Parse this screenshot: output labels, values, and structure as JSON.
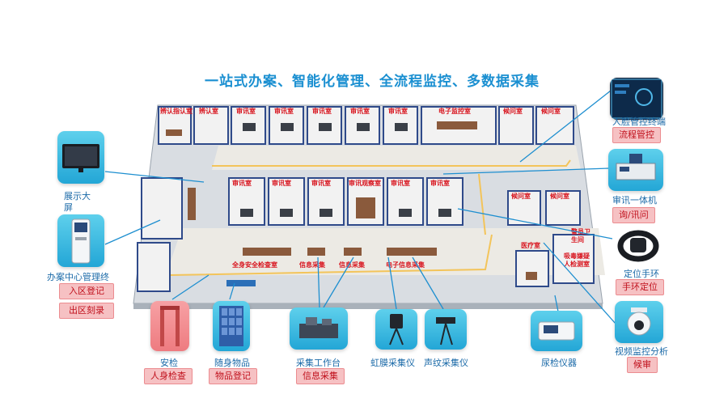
{
  "title": "一站式办案、智能化管理、全流程监控、多数据采集",
  "rooms_top": [
    "辨认指认室",
    "辨认室",
    "审讯室",
    "审讯室",
    "审讯室",
    "审讯室",
    "审讯室",
    "电子监控室",
    "候问室",
    "候问室"
  ],
  "rooms_mid": [
    "审讯室",
    "审讯室",
    "审讯室",
    "审讯观察室",
    "审讯室",
    "审讯室",
    "候问室",
    "候问室"
  ],
  "rooms_misc": {
    "police": "警员卫生间",
    "drug": "吸毒嫌疑人检测室",
    "medical": "医疗室",
    "security_room": "全身安全检查室",
    "info1": "信息采集",
    "info2": "信息采集",
    "e_info": "电子信息采集"
  },
  "devices": {
    "display": {
      "label": "展示大屏",
      "icon": "tv-icon"
    },
    "terminal": {
      "label": "办案中心管理终",
      "icon": "kiosk-icon",
      "tags": [
        "入区登记",
        "出区刻录"
      ]
    },
    "security": {
      "label": "安检",
      "icon": "metal-detector-icon",
      "tag": "人身检查"
    },
    "lockers": {
      "label": "随身物品",
      "icon": "locker-icon",
      "tag": "物品登记"
    },
    "workstation": {
      "label": "采集工作台",
      "icon": "workstation-icon",
      "tag": "信息采集"
    },
    "iris": {
      "label": "虹膜采集仪",
      "icon": "iris-scanner-icon"
    },
    "voice": {
      "label": "声纹采集仪",
      "icon": "voice-recorder-icon"
    },
    "urine": {
      "label": "尿检仪器",
      "icon": "urine-tester-icon"
    },
    "face": {
      "label": "人脸管控终端",
      "icon": "face-terminal-icon",
      "tag": "流程管控"
    },
    "interrogation": {
      "label": "审讯一体机",
      "icon": "interrogation-machine-icon",
      "tag": "询/讯问"
    },
    "wristband": {
      "label": "定位手环",
      "icon": "wristband-icon",
      "tag": "手环定位"
    },
    "camera": {
      "label": "视频监控分析",
      "icon": "dome-camera-icon",
      "tag": "候审"
    }
  }
}
